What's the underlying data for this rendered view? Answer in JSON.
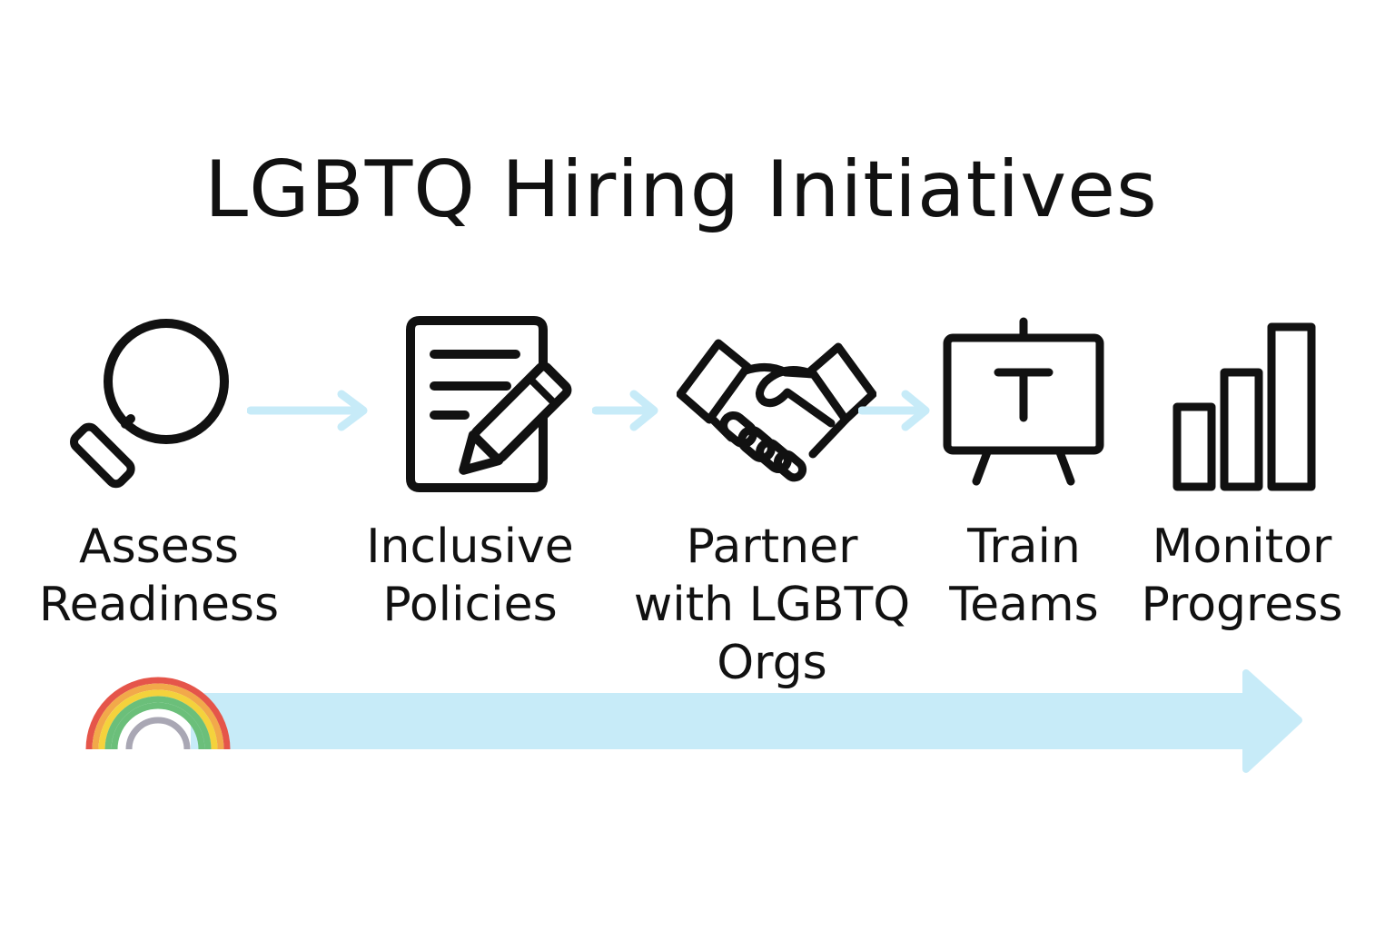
{
  "title": "LGBTQ Hiring Initiatives",
  "colors": {
    "icon_stroke": "#111111",
    "arrow_light_blue": "#c7ebf8",
    "rainbow": [
      "#e5554a",
      "#f2a94a",
      "#f4d23c",
      "#6bbf7a",
      "#a9a7b4"
    ]
  },
  "steps": [
    {
      "label": "Assess\nReadiness",
      "icon": "magnifying-glass-icon"
    },
    {
      "label": "Inclusive\nPolicies",
      "icon": "document-pencil-icon"
    },
    {
      "label": "Partner\nwith LGBTQ\nOrgs",
      "icon": "handshake-icon"
    },
    {
      "label": "Train\nTeams",
      "icon": "easel-icon"
    },
    {
      "label": "Monitor\nProgress",
      "icon": "bar-chart-icon"
    }
  ],
  "timeline": {
    "icon": "rainbow-icon"
  }
}
